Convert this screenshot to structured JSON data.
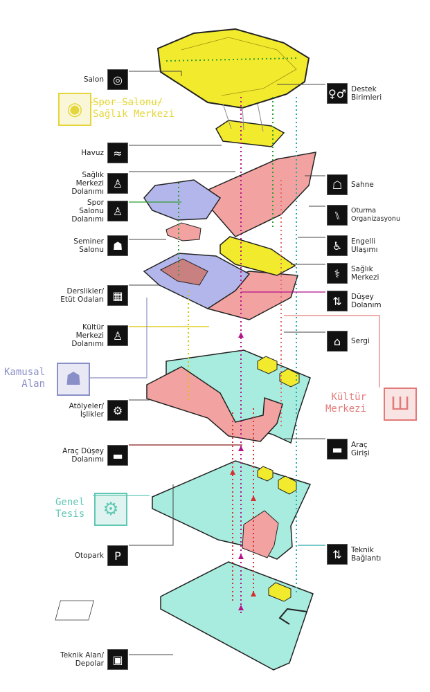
{
  "labels_left": [
    {
      "id": "salon",
      "text": [
        "Salon"
      ],
      "icon": "volleyball-icon",
      "glyph": "◎"
    },
    {
      "id": "havuz",
      "text": [
        "Havuz"
      ],
      "icon": "swimmer-icon",
      "glyph": "≈"
    },
    {
      "id": "saglik-dolanim",
      "text": [
        "Sağlık",
        "Merkezi",
        "Dolanımı"
      ],
      "icon": "walker-icon",
      "glyph": "♙"
    },
    {
      "id": "spor-dolanim",
      "text": [
        "Spor",
        "Salonu",
        "Dolanımı"
      ],
      "icon": "walker-icon",
      "glyph": "♙"
    },
    {
      "id": "seminer",
      "text": [
        "Seminer",
        "Salonu"
      ],
      "icon": "audience-icon",
      "glyph": "☗"
    },
    {
      "id": "derslikler",
      "text": [
        "Derslikler/",
        "Etüt Odaları"
      ],
      "icon": "classroom-icon",
      "glyph": "▦"
    },
    {
      "id": "kultur-dolanim",
      "text": [
        "Kültür",
        "Merkezi",
        "Dolanımı"
      ],
      "icon": "walker-icon",
      "glyph": "♙"
    },
    {
      "id": "atolyeler",
      "text": [
        "Atölyeler/",
        "İşlikler"
      ],
      "icon": "workshop-head-icon",
      "glyph": "⚙"
    },
    {
      "id": "arac-dusey",
      "text": [
        "Araç Düşey",
        "Dolanımı"
      ],
      "icon": "car-icon",
      "glyph": "▬"
    },
    {
      "id": "otopark",
      "text": [
        "Otopark"
      ],
      "icon": "parking-icon",
      "glyph": "P"
    },
    {
      "id": "teknik-alan",
      "text": [
        "Teknik Alan/",
        "Depolar"
      ],
      "icon": "box-icon",
      "glyph": "▣"
    }
  ],
  "labels_right": [
    {
      "id": "destek",
      "text": [
        "Destek",
        "Birimleri"
      ],
      "icon": "restroom-icon",
      "glyph": "♀♂"
    },
    {
      "id": "sahne",
      "text": [
        "Sahne"
      ],
      "icon": "stage-icon",
      "glyph": "☖"
    },
    {
      "id": "oturma",
      "text": [
        "Oturma",
        "Organizasyonu"
      ],
      "icon": "seating-icon",
      "glyph": "⑊"
    },
    {
      "id": "engelli",
      "text": [
        "Engelli",
        "Ulaşımı"
      ],
      "icon": "wheelchair-icon",
      "glyph": "♿"
    },
    {
      "id": "saglik-merkezi",
      "text": [
        "Sağlık",
        "Merkezi"
      ],
      "icon": "weightlifter-icon",
      "glyph": "⚕"
    },
    {
      "id": "dusey-dolanim",
      "text": [
        "Düşey",
        "Dolanım"
      ],
      "icon": "elevator-icon",
      "glyph": "⇅"
    },
    {
      "id": "sergi",
      "text": [
        "Sergi"
      ],
      "icon": "easel-icon",
      "glyph": "⌂"
    },
    {
      "id": "arac-girisi",
      "text": [
        "Araç",
        "Girişi"
      ],
      "icon": "car-icon",
      "glyph": "▬"
    },
    {
      "id": "teknik-baglanti",
      "text": [
        "Teknik",
        "Bağlantı"
      ],
      "icon": "elevator-icon",
      "glyph": "⇅"
    }
  ],
  "categories": [
    {
      "id": "spor",
      "text": [
        "Spor Salonu/",
        "Sağlık Merkezi"
      ],
      "color": "#e4d63a",
      "icon": "volleyball-icon",
      "glyph": "◉"
    },
    {
      "id": "kamusal",
      "text": [
        "Kamusal",
        "Alan"
      ],
      "color": "#8a8fc8",
      "icon": "crowd-icon",
      "glyph": "☗"
    },
    {
      "id": "kultur",
      "text": [
        "Kültür",
        "Merkezi"
      ],
      "color": "#e37a7a",
      "icon": "columns-icon",
      "glyph": "Ш"
    },
    {
      "id": "genel",
      "text": [
        "Genel",
        "Tesis"
      ],
      "color": "#5fc7b3",
      "icon": "gear-icon",
      "glyph": "⚙"
    }
  ],
  "colors": {
    "yellow": "#f2ea2c",
    "pink": "#f2a3a1",
    "blue": "#b3b6ea",
    "teal": "#a8ecdf",
    "green_path": "#2f9e2f",
    "red_path": "#d43030",
    "teal_path": "#2aa7a7",
    "purple_path": "#b4128a"
  }
}
